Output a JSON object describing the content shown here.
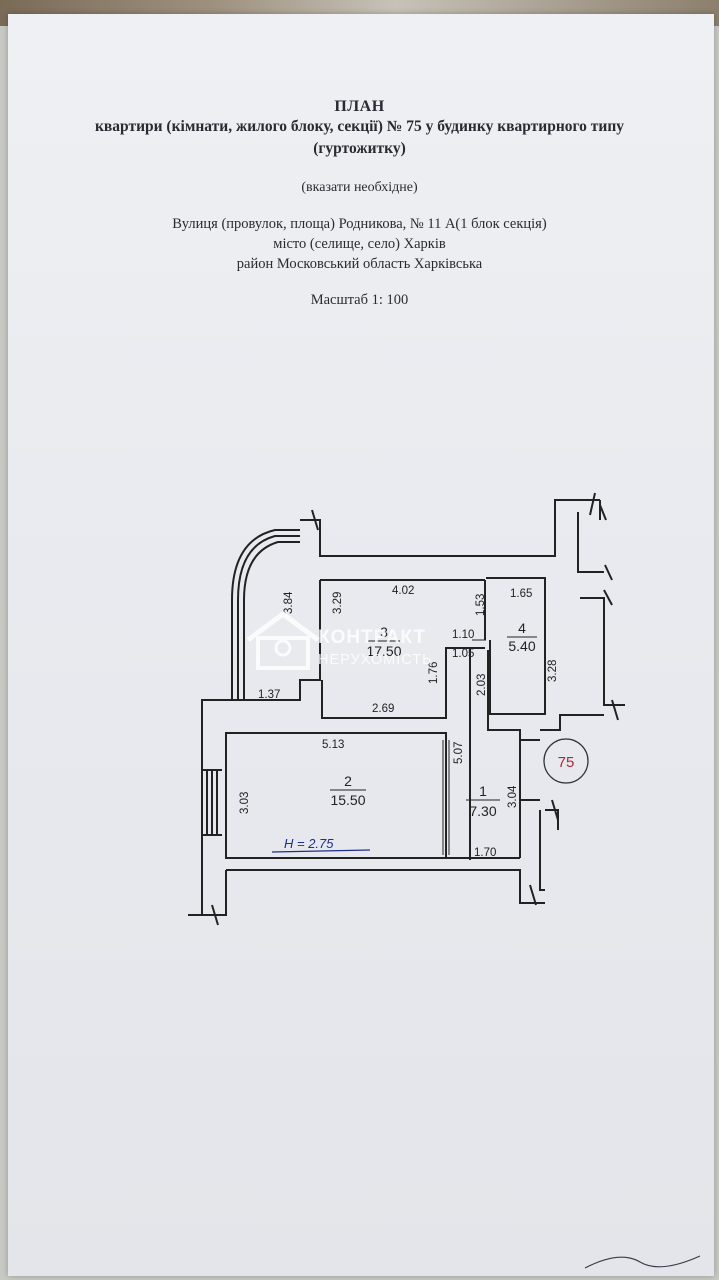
{
  "header": {
    "title": "ПЛАН",
    "subtitle_line1": "квартири (кімнати, жилого блоку, секції) № 75 у будинку квартирного типу",
    "subtitle_line2": "(гуртожитку)",
    "note": "(вказати необхідне)",
    "address": "Вулиця (провулок, площа)  Родникова, №  11 А(1 блок секція)",
    "city": "місто (селище, село) Харків",
    "district": "район   Московський  область Харківська",
    "scale": "Масштаб 1: 100"
  },
  "plan": {
    "apartment_number": "75",
    "height_note": "Н = 2.75",
    "rooms": [
      {
        "number": "3",
        "area": "17.50"
      },
      {
        "number": "4",
        "area": "5.40"
      },
      {
        "number": "2",
        "area": "15.50"
      },
      {
        "number": "1",
        "area": "7.30"
      }
    ],
    "dimensions": {
      "d_4_02": "4.02",
      "d_1_65": "1.65",
      "d_3_84": "3.84",
      "d_3_29": "3.29",
      "d_1_53": "1.53",
      "d_1_10": "1.10",
      "d_1_05": "1.05",
      "d_1_76": "1.76",
      "d_2_03": "2.03",
      "d_3_28": "3.28",
      "d_1_37": "1.37",
      "d_2_69": "2.69",
      "d_5_13": "5.13",
      "d_5_07": "5.07",
      "d_3_03": "3.03",
      "d_3_04": "3.04",
      "d_1_70": "1.70"
    }
  },
  "watermark": {
    "line1": "КОНТРАКТ",
    "line2": "НЕРУХОМІСТЬ"
  },
  "colors": {
    "ink": "#222222",
    "stamp": "#b0283c",
    "watermark": "#ffffff",
    "handwriting": "#1f2f8a"
  }
}
